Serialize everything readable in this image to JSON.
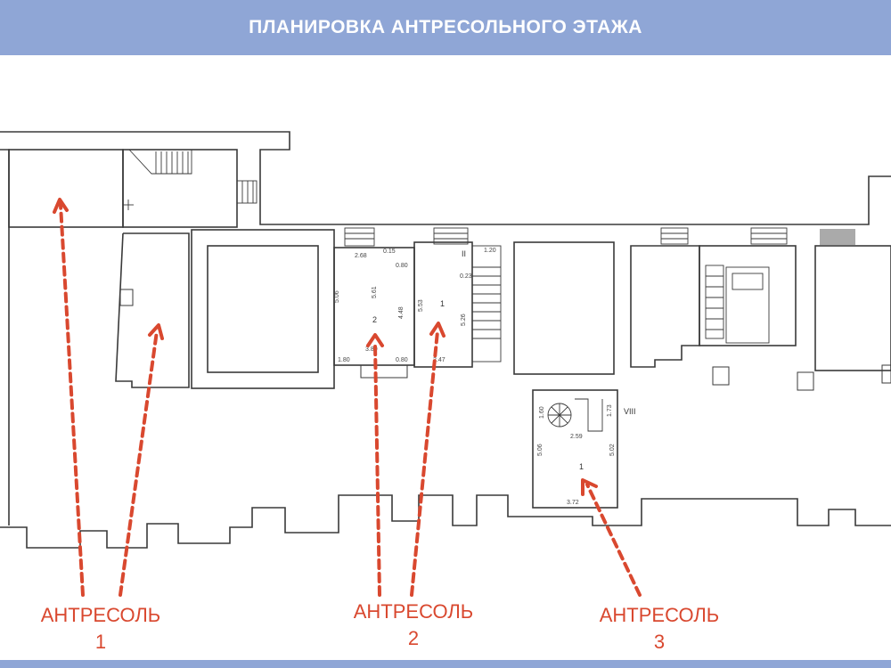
{
  "header": {
    "title": "ПЛАНИРОВКА АНТРЕСОЛЬНОГО ЭТАЖА",
    "background": "#8fa6d6"
  },
  "accent_color": "#d9482f",
  "mezzanines": [
    {
      "label": "АНТРЕСОЛЬ",
      "number": "1"
    },
    {
      "label": "АНТРЕСОЛЬ",
      "number": "2"
    },
    {
      "label": "АНТРЕСОЛЬ",
      "number": "3"
    }
  ],
  "room_numbers": {
    "room_2": "2",
    "room_1": "1",
    "room_roman": "II",
    "room_viii": "VIII",
    "room_viii_num": "1"
  },
  "dimensions": {
    "room2_top": "2.68",
    "room2_left": "5.06",
    "room2_mid": "5.61",
    "room2_right": "4.48",
    "room2_corner_tr": "0.15",
    "room2_corner_tr2": "0.80",
    "room2_corner_bl": "1.80",
    "room2_corner_br": "0.80",
    "room2_bottom": "3.80",
    "room1_left": "5.53",
    "room1_right": "5.26",
    "room1_bottom": "2.47",
    "room1_corner": "0.23",
    "room1_door": "1.20",
    "viii_left": "5.06",
    "viii_right": "5.02",
    "viii_bottom": "3.72",
    "viii_mid": "2.59",
    "viii_small1": "1.60",
    "viii_small2": "1.73"
  }
}
